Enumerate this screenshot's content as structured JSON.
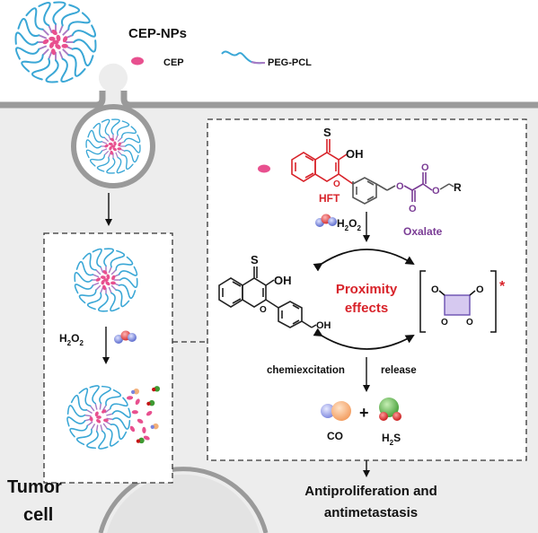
{
  "legend": {
    "title": "CEP-NPs",
    "cep": "CEP",
    "polymer": "PEG-PCL"
  },
  "chem": {
    "hft": "HFT",
    "oxalate": "Oxalate",
    "thione_s": "S",
    "oh_top": "OH",
    "o_ring": "O",
    "o1": "O",
    "o2": "O",
    "o3": "O",
    "o4": "O",
    "r_group": "R",
    "h2o2_h": "H",
    "h2o2_sub": "2",
    "h2o2_o": "O",
    "h2o2_sub2": "2",
    "prod_s": "S",
    "prod_oh": "OH",
    "prod_o": "O",
    "prod_ch2oh": "OH",
    "dioxetane_o1": "O",
    "dioxetane_o2": "O",
    "dioxetane_o3": "O",
    "dioxetane_o4": "O",
    "star": "*"
  },
  "text": {
    "proximity_line1": "Proximity",
    "proximity_line2": "effects",
    "chemiexcitation": "chemiexcitation",
    "release": "release",
    "co": "CO",
    "plus": "+",
    "h2s_h": "H",
    "h2s_sub": "2",
    "h2s_s": "S",
    "left_h": "H",
    "left_sub": "2",
    "left_o": "O",
    "left_sub2": "2",
    "tumor_line1": "Tumor",
    "tumor_line2": "cell",
    "outcome_line1": "Antiproliferation and",
    "outcome_line2": "antimetastasis"
  },
  "colors": {
    "cep_pink": "#e8508f",
    "peg_blue": "#3aa7d6",
    "pcl_purple": "#a97ac4",
    "hft_red": "#d8232a",
    "oxalate_purple": "#7a3c95",
    "cell_gray": "#ededed",
    "membrane_gray": "#9a9a9a"
  }
}
